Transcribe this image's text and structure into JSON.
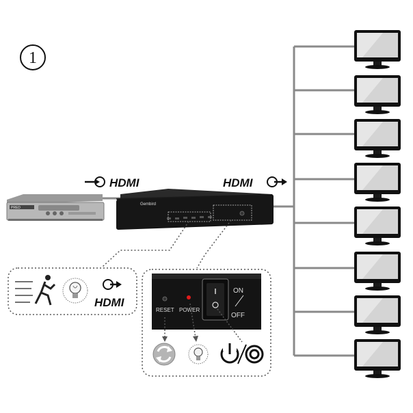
{
  "step_number": "1",
  "input_label": "HDMI",
  "output_label": "HDMI",
  "led_panel_label": "HDMI",
  "switch_labels": {
    "reset": "RESET",
    "power": "POWER",
    "on": "ON",
    "off": "OFF"
  },
  "device_brand": "Gembird",
  "source_brand": "PRED",
  "monitor_count": 8,
  "colors": {
    "line": "#8a8a8a",
    "device": "#1b1b1b",
    "led": "#e11b1b",
    "dotted": "#555555"
  }
}
